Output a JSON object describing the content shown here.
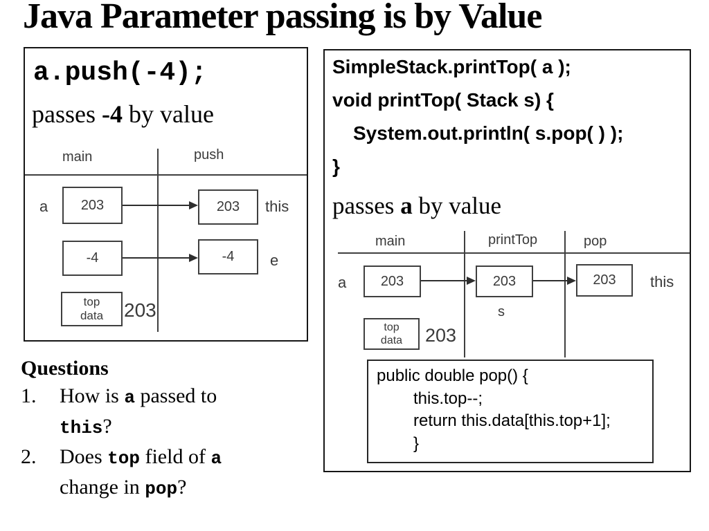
{
  "title": "Java Parameter passing is by Value",
  "colors": {
    "text": "#000000",
    "diagram_stroke": "#3f3f3f",
    "panel_border": "#151515",
    "background": "#ffffff"
  },
  "left_panel": {
    "code": "a.push(-4);",
    "caption_pre": "passes ",
    "caption_em": "-4",
    "caption_post": " by value",
    "diagram": {
      "col1": "main",
      "col2": "push",
      "row1_label": "a",
      "row1_box1": "203",
      "row1_box2": "203",
      "row1_right": "this",
      "row2_box1": "-4",
      "row2_box2": "-4",
      "row2_right": "e",
      "stack_line1": "top",
      "stack_line2": "data",
      "stack_value": "203"
    }
  },
  "right_panel": {
    "code_line1": "SimpleStack.printTop( a );",
    "code_line2": "void printTop( Stack s) {",
    "code_line3": "System.out.println( s.pop( ) );",
    "code_line4": "}",
    "caption_pre": "passes ",
    "caption_em": "a",
    "caption_post": " by value",
    "diagram": {
      "col1": "main",
      "col2": "printTop",
      "col3": "pop",
      "row_label": "a",
      "box1": "203",
      "box2": "203",
      "box3": "203",
      "row_right": "this",
      "param": "s",
      "stack_line1": "top",
      "stack_line2": "data",
      "stack_value": "203"
    },
    "pop_code_line1": "public double pop() {",
    "pop_code_line2": "this.top--;",
    "pop_code_line3": "return this.data[this.top+1];",
    "pop_code_line4": "}"
  },
  "questions": {
    "heading": "Questions",
    "q1_num": "1.",
    "q1_s1": "How is ",
    "q1_k1": "a",
    "q1_s2": " passed to",
    "q1_l2_k": "this",
    "q1_l2_s": "?",
    "q2_num": "2.",
    "q2_s1": "Does ",
    "q2_k1": "top",
    "q2_s2": " field of ",
    "q2_k2": "a",
    "q2_l2_s1": "change in ",
    "q2_l2_k": "pop",
    "q2_l2_s2": "?"
  }
}
